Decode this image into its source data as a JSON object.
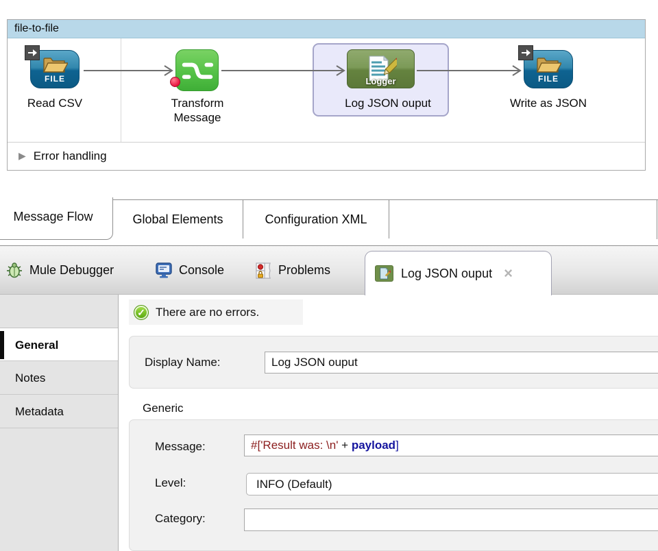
{
  "flow": {
    "title": "file-to-file",
    "nodes": [
      {
        "label": "Read CSV",
        "icon": "file-inbound-icon",
        "icon_text": "FILE"
      },
      {
        "label": "Transform Message",
        "icon": "transform-icon"
      },
      {
        "label": "Log JSON ouput",
        "icon": "logger-icon",
        "icon_text": "Logger",
        "selected": true
      },
      {
        "label": "Write as JSON",
        "icon": "file-outbound-icon",
        "icon_text": "FILE"
      }
    ],
    "error_handling_label": "Error handling"
  },
  "editor_tabs": [
    {
      "label": "Message Flow",
      "active": true
    },
    {
      "label": "Global Elements",
      "active": false
    },
    {
      "label": "Configuration XML",
      "active": false
    }
  ],
  "view_tabs": [
    {
      "label": "Mule Debugger",
      "icon": "bug-icon"
    },
    {
      "label": "Console",
      "icon": "console-icon"
    },
    {
      "label": "Problems",
      "icon": "problems-icon"
    },
    {
      "label": "Log JSON ouput",
      "icon": "logger-icon",
      "active": true,
      "closable": true
    }
  ],
  "glyphs": {
    "close": "×",
    "collapsed_arrow": "▶",
    "check": "✓"
  },
  "properties": {
    "sidebar": [
      {
        "label": "General",
        "active": true
      },
      {
        "label": "Notes",
        "active": false
      },
      {
        "label": "Metadata",
        "active": false
      }
    ],
    "status": {
      "text": "There are no errors.",
      "icon": "success-check-icon"
    },
    "display_name": {
      "label": "Display Name:",
      "value": "Log JSON ouput"
    },
    "generic_section": {
      "title": "Generic",
      "message": {
        "label": "Message:",
        "expression": {
          "prefix": "#[",
          "string": "'Result was: \\n'",
          "operator": " + ",
          "keyword": "payload",
          "suffix": "]"
        }
      },
      "level": {
        "label": "Level:",
        "value": "INFO (Default)"
      },
      "category": {
        "label": "Category:",
        "value": ""
      }
    }
  },
  "colors": {
    "flow_header": "#b8d8e9",
    "selection_fill": "#e9e9fa",
    "file_icon_blue": "#1d6f99",
    "transform_green": "#55c247",
    "logger_olive": "#6f8f4a",
    "success_green": "#58a80d",
    "expression_string": "#8b1d1d",
    "expression_keyword": "#14149e"
  }
}
